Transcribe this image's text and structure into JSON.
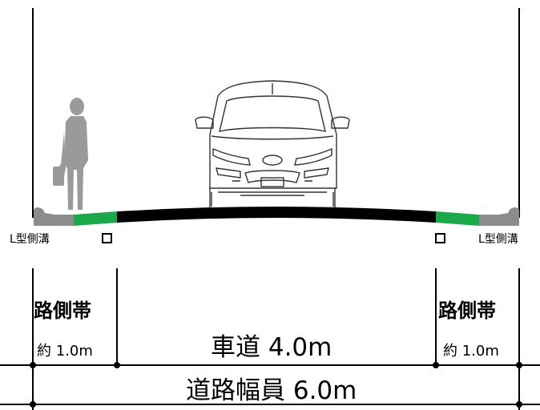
{
  "labels": {
    "gutter_left": "L型側溝",
    "gutter_right": "L型側溝",
    "shoulder_left": "路側帯",
    "shoulder_left_width": "約 1.0m",
    "shoulder_right": "路側帯",
    "shoulder_right_width": "約 1.0m",
    "carriageway": "車道 4.0m",
    "road_width": "道路幅員 6.0m"
  },
  "colors": {
    "road_surface": "#000000",
    "shoulder_strip": "#1aa84a",
    "gutter": "#8c8c8c",
    "pedestrian": "#9a9a9a",
    "vehicle_outline": "#333333",
    "line": "#000000"
  },
  "icons": {
    "pedestrian": "person-with-bag-icon",
    "vehicle": "minivan-front-icon",
    "catch_basin": "square-outline-icon"
  }
}
